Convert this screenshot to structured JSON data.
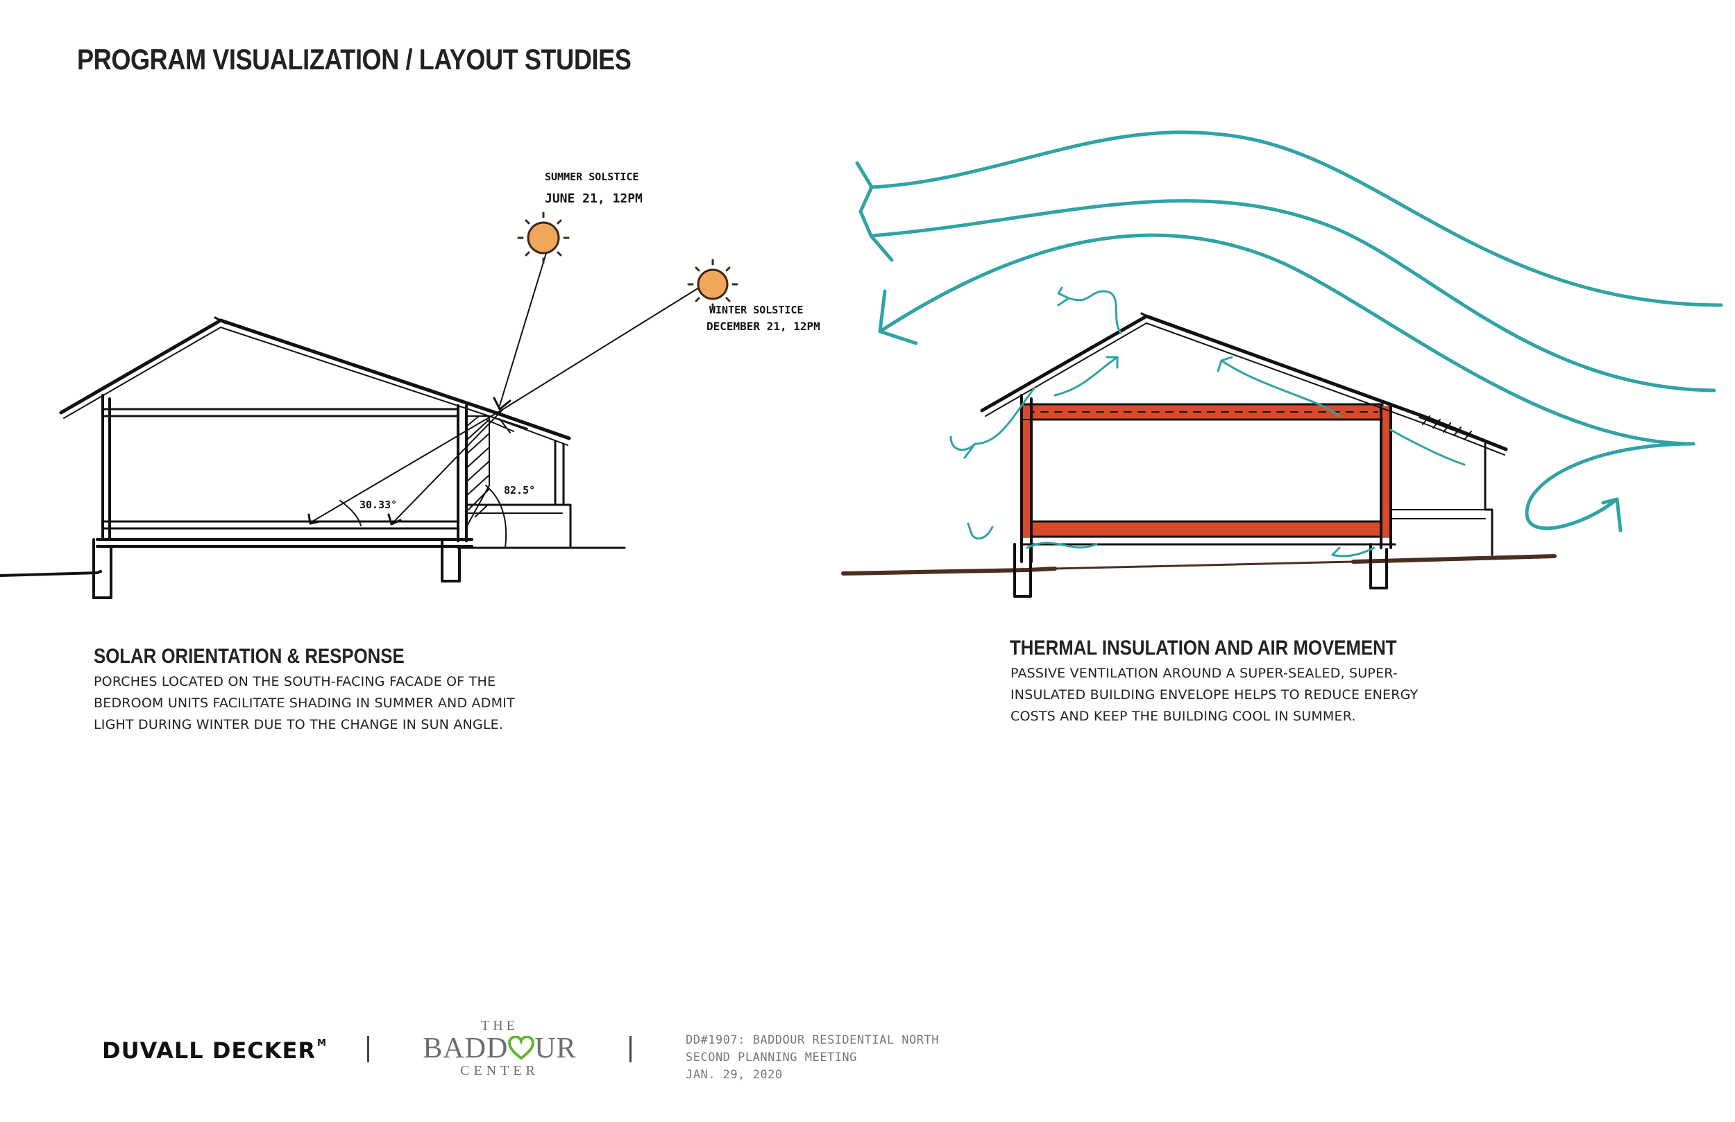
{
  "header": {
    "title": "PROGRAM VISUALIZATION / LAYOUT STUDIES"
  },
  "solar_diagram": {
    "summer_label": [
      "SUMMER SOLSTICE",
      "JUNE 21, 12PM"
    ],
    "winter_label": [
      "WINTER SOLSTICE",
      "DECEMBER 21, 12PM"
    ],
    "angle_low": "30.33°",
    "angle_high": "82.5°",
    "colors": {
      "sun_fill": "#f0a75a",
      "sun_stroke": "#3a2a18",
      "ink": "#111111"
    }
  },
  "thermal_diagram": {
    "colors": {
      "insulation": "#d94a2b",
      "airflow": "#2fa3a6",
      "ground": "#4a2e1f",
      "ink": "#111111"
    }
  },
  "sections": {
    "solar": {
      "heading": "SOLAR ORIENTATION & RESPONSE",
      "lines": [
        "PORCHES LOCATED ON THE SOUTH-FACING FACADE OF THE",
        "BEDROOM UNITS FACILITATE SHADING IN SUMMER AND ADMIT",
        "LIGHT DURING WINTER DUE TO THE CHANGE IN SUN ANGLE."
      ]
    },
    "thermal": {
      "heading": "THERMAL INSULATION AND AIR MOVEMENT",
      "lines": [
        "PASSIVE VENTILATION AROUND A SUPER-SEALED, SUPER-",
        "INSULATED BUILDING ENVELOPE HELPS TO REDUCE ENERGY",
        "COSTS AND KEEP THE BUILDING COOL IN SUMMER."
      ]
    }
  },
  "footer": {
    "firm_logo": "DUVALL DECKER",
    "firm_mark": "M",
    "client_logo": {
      "the": "THE",
      "name_left": "BADD",
      "name_right": "UR",
      "center": "CENTER",
      "heart_color": "#5fb832"
    },
    "project_lines": [
      "DD#1907: BADDOUR RESIDENTIAL NORTH",
      "SECOND PLANNING MEETING",
      "JAN. 29, 2020"
    ]
  }
}
